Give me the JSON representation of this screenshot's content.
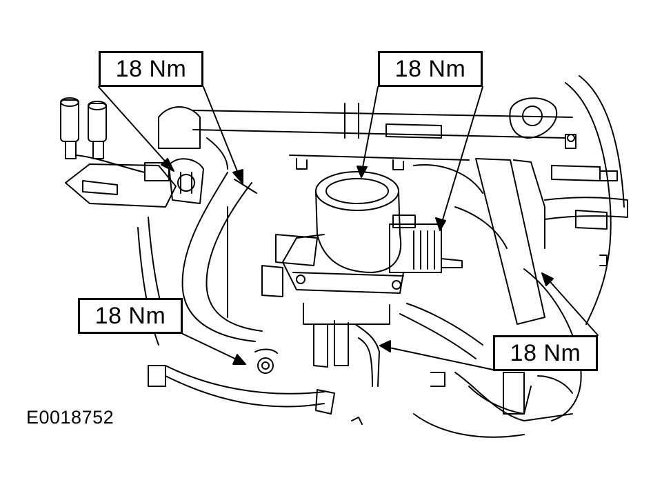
{
  "callouts": [
    {
      "id": "c1",
      "label": "18 Nm"
    },
    {
      "id": "c2",
      "label": "18 Nm"
    },
    {
      "id": "c3",
      "label": "18 Nm"
    },
    {
      "id": "c4",
      "label": "18 Nm"
    }
  ],
  "figure_id": "E0018752",
  "colors": {
    "line": "#000000",
    "background": "#ffffff"
  }
}
